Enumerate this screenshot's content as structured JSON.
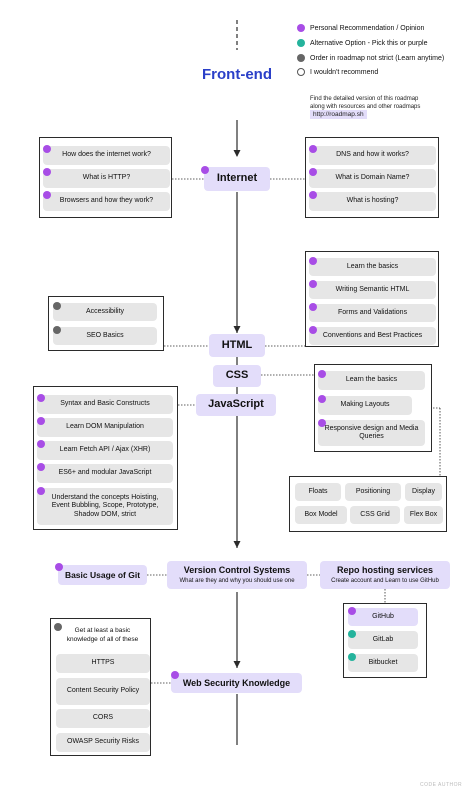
{
  "legend": {
    "items": [
      {
        "label": "Personal Recommendation / Opinion",
        "color": "#a84de6"
      },
      {
        "label": "Alternative Option - Pick this or purple",
        "color": "#24b39c"
      },
      {
        "label": "Order in roadmap not strict (Learn anytime)",
        "color": "#666666"
      },
      {
        "label": "I wouldn't recommend",
        "color": "#ffffff"
      }
    ]
  },
  "title": "Front-end",
  "note": {
    "line1": "Find the detailed version of this roadmap",
    "line2": "along with resources and other roadmaps",
    "link": "http://roadmap.sh"
  },
  "internet": {
    "label": "Internet",
    "left": [
      "How does the internet work?",
      "What is HTTP?",
      "Browsers and how they work?"
    ],
    "right": [
      "DNS and how it works?",
      "What is Domain Name?",
      "What is hosting?"
    ]
  },
  "html": {
    "label": "HTML",
    "right": [
      "Learn the basics",
      "Writing Semantic HTML",
      "Forms and Validations",
      "Conventions and Best Practices"
    ],
    "left": [
      "Accessibility",
      "SEO Basics"
    ]
  },
  "css": {
    "label": "CSS",
    "right": [
      "Learn the basics",
      "Making Layouts",
      "Responsive design and Media Queries"
    ],
    "layouts": [
      "Floats",
      "Positioning",
      "Display",
      "Box Model",
      "CSS Grid",
      "Flex Box"
    ]
  },
  "javascript": {
    "label": "JavaScript",
    "left": [
      "Syntax and Basic Constructs",
      "Learn DOM Manipulation",
      "Learn Fetch API / Ajax (XHR)",
      "ES6+ and modular JavaScript",
      "Understand the concepts Hoisting, Event Bubbling, Scope, Prototype, Shadow DOM, strict"
    ]
  },
  "vcs": {
    "label": "Version Control Systems",
    "sub": "What are they and why you should use one",
    "git": "Basic Usage of Git"
  },
  "repo": {
    "label": "Repo hosting services",
    "sub": "Create account and Learn to use GitHub",
    "items": [
      "GitHub",
      "GitLab",
      "Bitbucket"
    ]
  },
  "security": {
    "label": "Web Security Knowledge",
    "intro": "Get at least a basic knowledge of all of these",
    "items": [
      "HTTPS",
      "Content Security Policy",
      "CORS",
      "OWASP Security Risks"
    ]
  },
  "watermark": "CODE AUTHOR"
}
